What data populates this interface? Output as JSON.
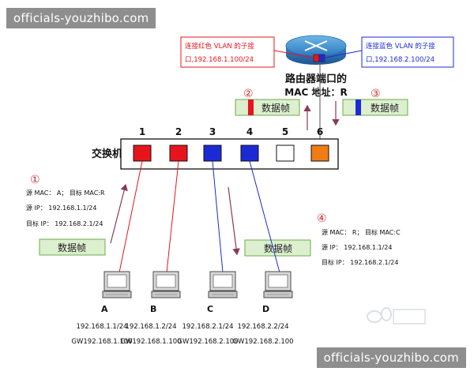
{
  "watermark_text": "officials-youzhibo.com",
  "router": {
    "label_line1": "路由器端口的",
    "label_line2": "MAC 地址：R",
    "red_vlan_box": [
      "连接红色 VLAN 的子接",
      "口,192.168.1.100/24"
    ],
    "blue_vlan_box": [
      "连接蓝色 VLAN 的子接",
      "口,192.168.2.100/24"
    ]
  },
  "switch_label": "交换机",
  "ports": [
    {
      "number": "1",
      "color": "#e8141c"
    },
    {
      "number": "2",
      "color": "#e8141c"
    },
    {
      "number": "3",
      "color": "#1c2ad6"
    },
    {
      "number": "4",
      "color": "#1c2ad6"
    },
    {
      "number": "5",
      "color": "#ffffff"
    },
    {
      "number": "6",
      "color": "#f07c16"
    }
  ],
  "frame_label": "数据帧",
  "steps": {
    "s1": {
      "marker": "①",
      "lines": [
        "源 MAC： A； 目标 MAC:R",
        "源 IP： 192.168.1.1/24",
        "目标 IP： 192.168.2.1/24"
      ]
    },
    "s2": {
      "marker": "②"
    },
    "s3": {
      "marker": "③"
    },
    "s4": {
      "marker": "④",
      "lines": [
        "源 MAC： R； 目标 MAC:C",
        "源 IP： 192.168.1.1/24",
        "目标 IP： 192.168.2.1/24"
      ]
    }
  },
  "computers": [
    {
      "name": "A",
      "ip": "192.168.1.1/24",
      "gw": "GW192.168.1.100"
    },
    {
      "name": "B",
      "ip": "192.168.1.2/24",
      "gw": "GW192.168.1.100"
    },
    {
      "name": "C",
      "ip": "192.168.2.1/24",
      "gw": "GW192.168.2.100"
    },
    {
      "name": "D",
      "ip": "192.168.2.2/24",
      "gw": "GW192.168.2.100"
    }
  ],
  "colors": {
    "red_vlan": "#e8141c",
    "blue_vlan": "#1c2ad6",
    "router_port": "#f07c16",
    "frame_fill": "#dcefcf",
    "frame_border": "#6cae4a",
    "arrow": "#8a3a5a",
    "step_marker": "#d23030"
  }
}
